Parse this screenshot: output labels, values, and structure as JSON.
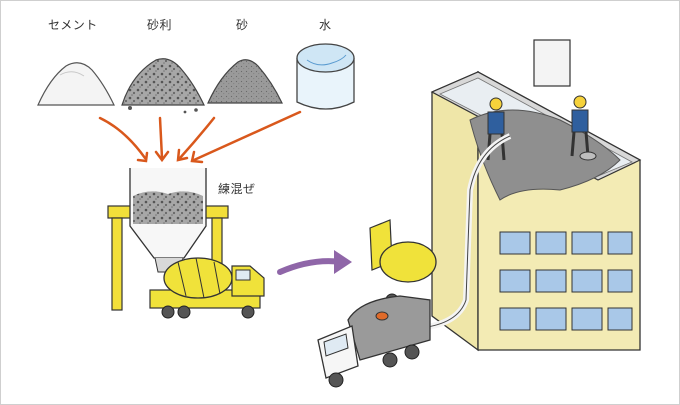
{
  "materials": {
    "cement": "セメント",
    "gravel": "砂利",
    "sand": "砂",
    "water": "水"
  },
  "process": {
    "mixing": "練混ぜ"
  },
  "colors": {
    "arrow_orange": "#d9581c",
    "arrow_purple": "#8f66a8",
    "truck_yellow": "#f0e23a",
    "plant_yellow": "#f2df3a",
    "building_cream": "#f3ebb4",
    "window_blue": "#a9c8e8",
    "concrete_gray": "#8f8f8f"
  }
}
